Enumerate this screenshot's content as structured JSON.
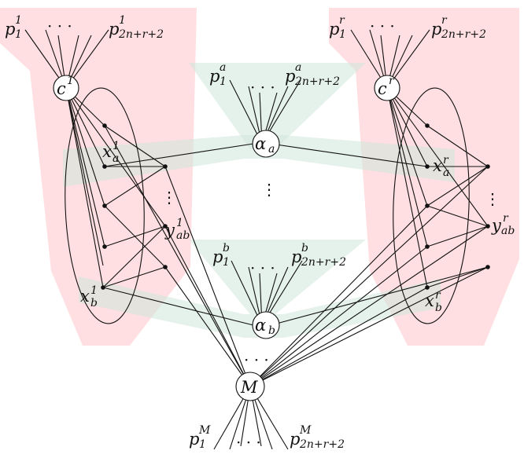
{
  "labels": {
    "p1_1": {
      "base": "p",
      "sup": "1",
      "sub": "1"
    },
    "p1_last": {
      "base": "p",
      "sup": "1",
      "sub": "2n+r+2"
    },
    "pr_1": {
      "base": "p",
      "sup": "r",
      "sub": "1"
    },
    "pr_last": {
      "base": "p",
      "sup": "r",
      "sub": "2n+r+2"
    },
    "pa_1": {
      "base": "p",
      "sup": "a",
      "sub": "1"
    },
    "pa_last": {
      "base": "p",
      "sup": "a",
      "sub": "2n+r+2"
    },
    "pb_1": {
      "base": "p",
      "sup": "b",
      "sub": "1"
    },
    "pb_last": {
      "base": "p",
      "sup": "b",
      "sub": "2n+r+2"
    },
    "pM_1": {
      "base": "p",
      "sup": "M",
      "sub": "1"
    },
    "pM_last": {
      "base": "p",
      "sup": "M",
      "sub": "2n+r+2"
    },
    "xa1": {
      "base": "x",
      "sup": "1",
      "sub": "a"
    },
    "xb1": {
      "base": "x",
      "sup": "1",
      "sub": "b"
    },
    "yab1": {
      "base": "y",
      "sup": "1",
      "sub": "ab"
    },
    "xar": {
      "base": "x",
      "sup": "r",
      "sub": "a"
    },
    "xbr": {
      "base": "x",
      "sup": "r",
      "sub": "b"
    },
    "yabr": {
      "base": "y",
      "sup": "r",
      "sub": "ab"
    }
  },
  "nodes": {
    "c1": {
      "base": "c",
      "sup": "1"
    },
    "cr": {
      "base": "c",
      "sup": "r"
    },
    "alpha_a": {
      "base": "α",
      "sub": "a"
    },
    "alpha_b": {
      "base": "α",
      "sub": "b"
    },
    "M": {
      "base": "M"
    }
  },
  "ellipsis": {
    "h": "· · ·",
    "v": "⋮"
  }
}
